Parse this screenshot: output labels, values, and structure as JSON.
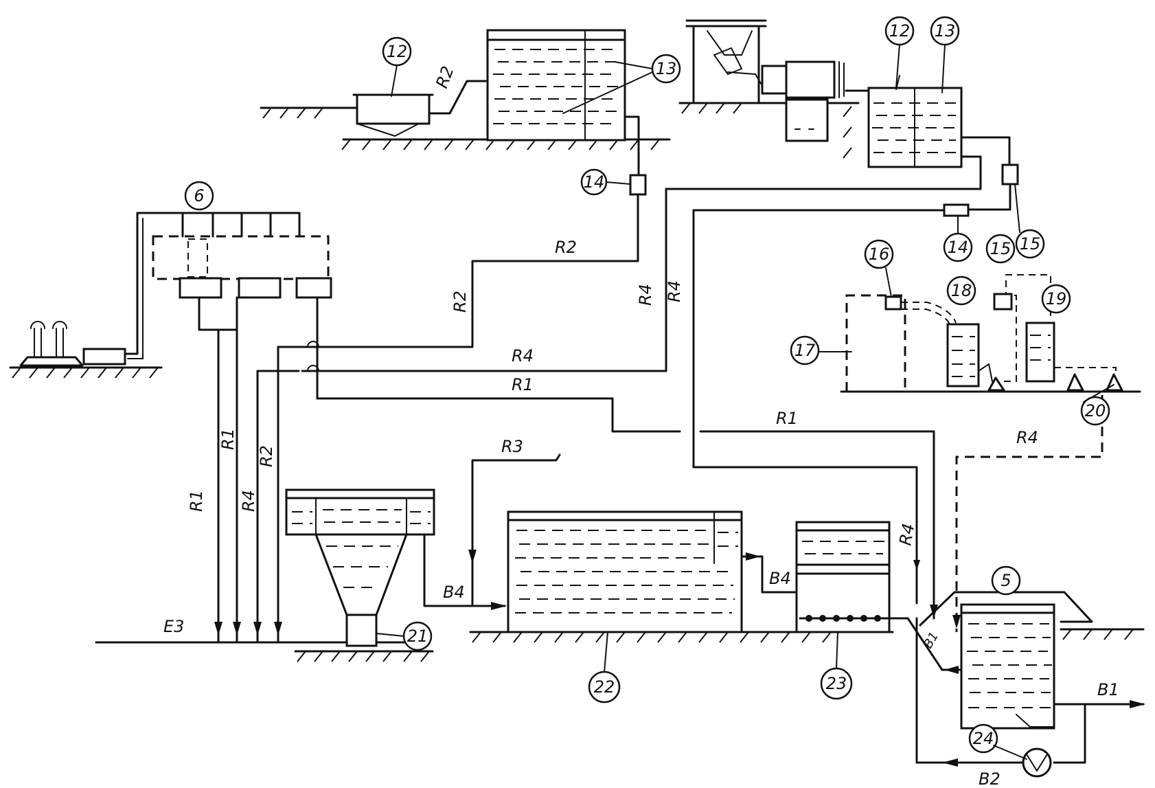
{
  "callouts": {
    "c12a": "12",
    "c13a": "13",
    "c12b": "12",
    "c13b": "13",
    "c14a": "14",
    "c14b": "14",
    "c15a": "15",
    "c15b": "15",
    "c6": "6",
    "c16": "16",
    "c17": "17",
    "c18": "18",
    "c19": "19",
    "c20": "20",
    "c21": "21",
    "c22": "22",
    "c23": "23",
    "c5": "5",
    "c24": "24"
  },
  "pipes": {
    "r2_top": "R2",
    "r2_mid": "R2",
    "r2_left": "R2",
    "r2_vert": "R2",
    "r4_a": "R4",
    "r4_b": "R4",
    "r4_mid": "R4",
    "r4_vert": "R4",
    "r4_right": "R4",
    "r4_down": "R4",
    "r1_mid": "R1",
    "r1_right": "R1",
    "r1_v1": "R1",
    "r1_v2": "R1",
    "r3": "R3",
    "e3": "E3",
    "b4_a": "B4",
    "b4_b": "B4",
    "b1": "B1",
    "b2": "B2",
    "b_in": "B1"
  }
}
